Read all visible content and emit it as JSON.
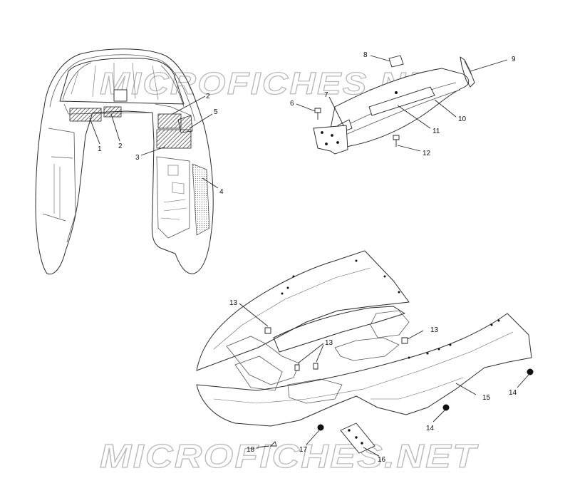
{
  "watermark": {
    "top": "MICROFICHES.NET",
    "bottom": "MICROFICHES.NET"
  },
  "callouts": [
    {
      "id": "c1",
      "text": "1"
    },
    {
      "id": "c2a",
      "text": "2"
    },
    {
      "id": "c2b",
      "text": "2"
    },
    {
      "id": "c3",
      "text": "3"
    },
    {
      "id": "c4",
      "text": "4"
    },
    {
      "id": "c5",
      "text": "5"
    },
    {
      "id": "c6",
      "text": "6"
    },
    {
      "id": "c7",
      "text": "7"
    },
    {
      "id": "c8",
      "text": "8"
    },
    {
      "id": "c9",
      "text": "9"
    },
    {
      "id": "c10",
      "text": "10"
    },
    {
      "id": "c11",
      "text": "11"
    },
    {
      "id": "c12",
      "text": "12"
    },
    {
      "id": "c13a",
      "text": "13"
    },
    {
      "id": "c13b",
      "text": "13"
    },
    {
      "id": "c13c",
      "text": "13"
    },
    {
      "id": "c14a",
      "text": "14"
    },
    {
      "id": "c14b",
      "text": "14"
    },
    {
      "id": "c15",
      "text": "15"
    },
    {
      "id": "c16",
      "text": "16"
    },
    {
      "id": "c17",
      "text": "17"
    },
    {
      "id": "c18",
      "text": "18"
    }
  ]
}
